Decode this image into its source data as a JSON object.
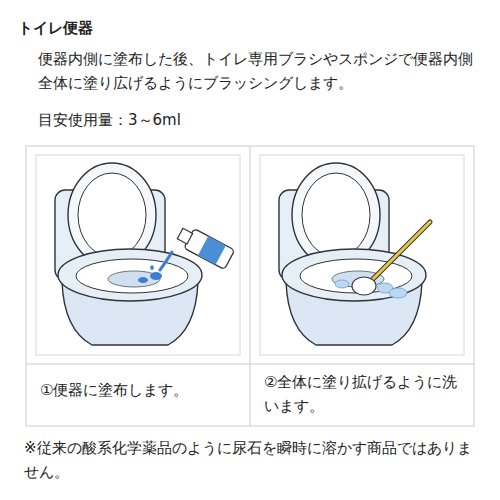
{
  "diagram": {
    "title": "トイレ便器",
    "labels": [
      "便器内側に塗布した後、トイレ専用ブラシやスポンジで便器内側全体に塗り広げるようにブラッシングします。",
      "目安使用量：3～6ml",
      "①便器に塗布します。",
      "②全体に塗り拡げるように洗います。",
      "※従来の酸系化学薬品のように尿石を瞬時に溶かす商品ではありません。"
    ]
  }
}
